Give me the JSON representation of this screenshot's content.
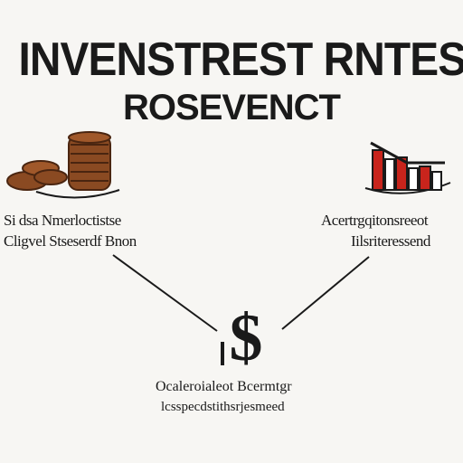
{
  "title": {
    "line1": "INVENSTREST RNTES",
    "line2": "ROSEVENCT"
  },
  "nodes": {
    "left": {
      "icon": "coin-stack-icon",
      "line1": "Si dsa Nmerloctistse",
      "line2": "Cligvel Stseserdf Bnon"
    },
    "right": {
      "icon": "bar-chart-icon",
      "line1": "Acertrgqitonsreeot",
      "line2": "Iilsriteressend"
    },
    "bottom": {
      "icon": "dollar-sign-icon",
      "line1": "Ocaleroialeot Bcermtgr",
      "line2": "lcsspecdstithsrjesmeed"
    }
  },
  "colors": {
    "coin": "#8a4a22",
    "coin_dark": "#4a2510",
    "bar_red": "#c8241c",
    "ink": "#1a1a1a",
    "background": "#f7f6f3"
  }
}
